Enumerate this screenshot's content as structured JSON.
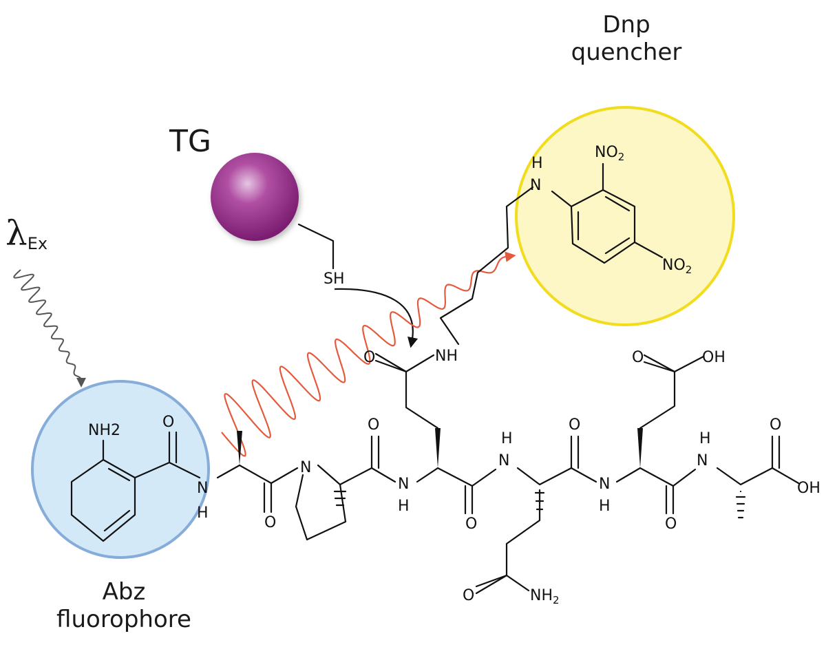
{
  "labels": {
    "dnp_line1": "Dnp",
    "dnp_line2": "quencher",
    "tg": "TG",
    "lambda": "λ",
    "lambda_sub": "Ex",
    "abz_line1": "Abz",
    "abz_line2": "fluorophore"
  },
  "atoms": {
    "nh2_ring": "NH2",
    "o": "O",
    "n": "N",
    "h": "H",
    "nh": "NH",
    "oh": "OH",
    "sh": "SH",
    "nh2_label": "NH",
    "sub2": "2",
    "no2_label": "NO",
    "no2_sub": "2"
  },
  "colors": {
    "abz_fill": "#d4e9f8",
    "abz_stroke": "#86acd9",
    "dnp_fill": "#fdf6c5",
    "dnp_stroke": "#f2dc1e",
    "tg_sphere": "#8e2a84",
    "energy_wave": "#e45a3c",
    "excitation_wave": "#555555"
  }
}
